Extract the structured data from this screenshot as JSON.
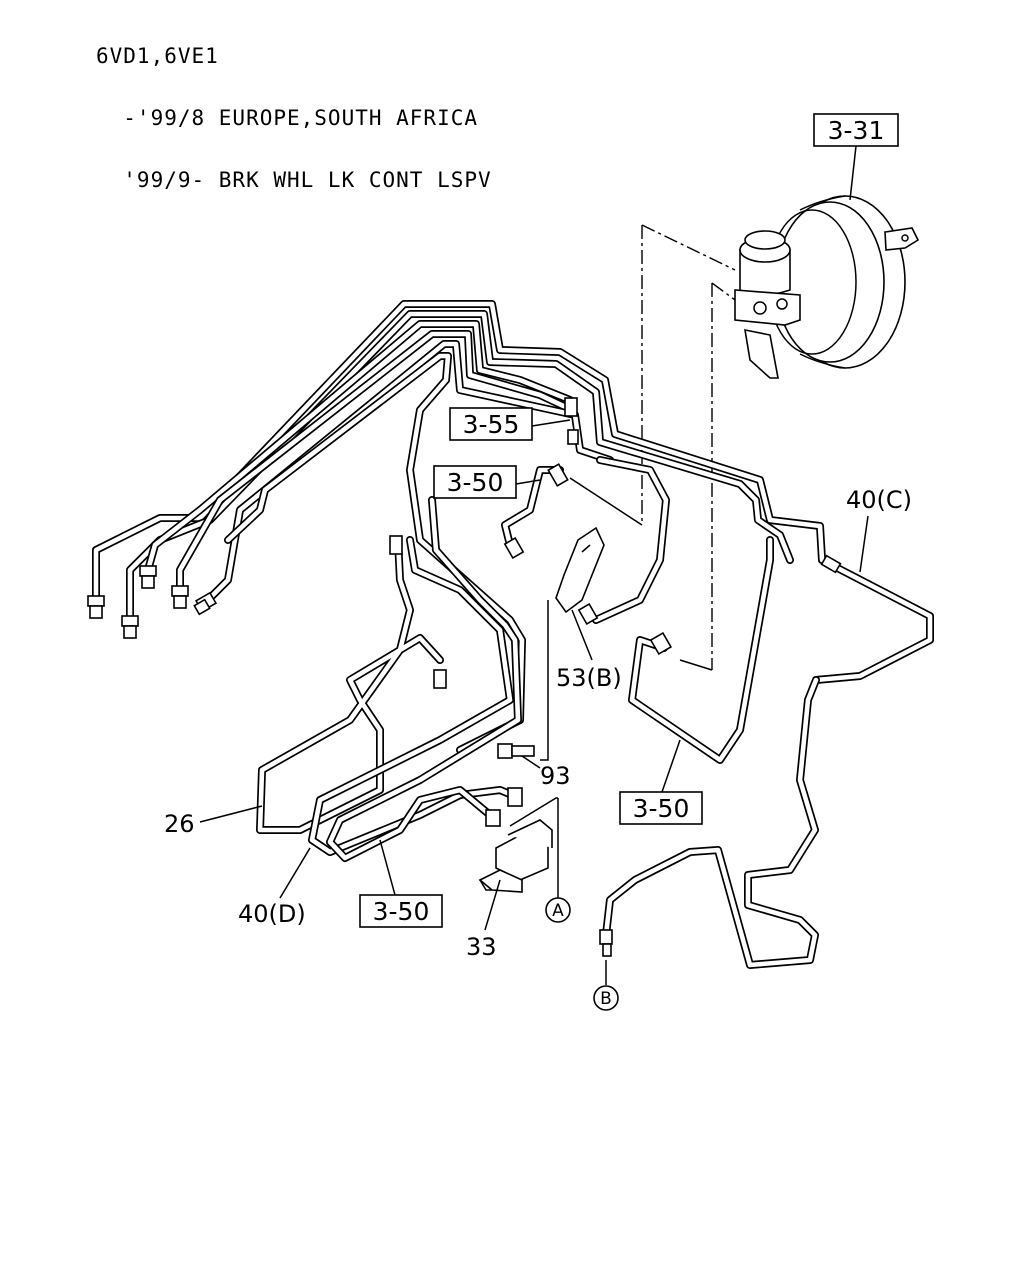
{
  "header": {
    "line1": "6VD1,6VE1",
    "line2": "  -'99/8 EUROPE,SOUTH AFRICA",
    "line3": "  '99/9- BRK WHL LK CONT LSPV"
  },
  "callouts": {
    "ref_3_31": "3-31",
    "ref_3_55": "3-55",
    "ref_3_50_upper": "3-50",
    "ref_3_50_right": "3-50",
    "ref_3_50_bottom": "3-50",
    "part_40c": "40(C)",
    "part_53b": "53(B)",
    "part_93": "93",
    "part_26": "26",
    "part_40d": "40(D)",
    "part_33": "33",
    "marker_a": "A",
    "marker_b": "B"
  }
}
